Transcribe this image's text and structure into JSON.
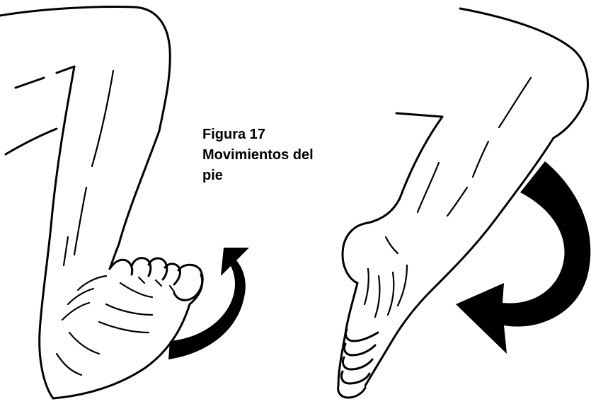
{
  "caption": {
    "line1": "Figura 17",
    "line2": "Movimientos del",
    "line3": "pie"
  },
  "colors": {
    "background": "#ffffff",
    "ink": "#000000"
  },
  "illustration": {
    "left_figure": "foot-dorsiflexion-drawing",
    "right_figure": "foot-plantarflexion-drawing",
    "left_arrow": "curved-arrow-up-icon",
    "right_arrow": "curved-arrow-down-icon"
  }
}
